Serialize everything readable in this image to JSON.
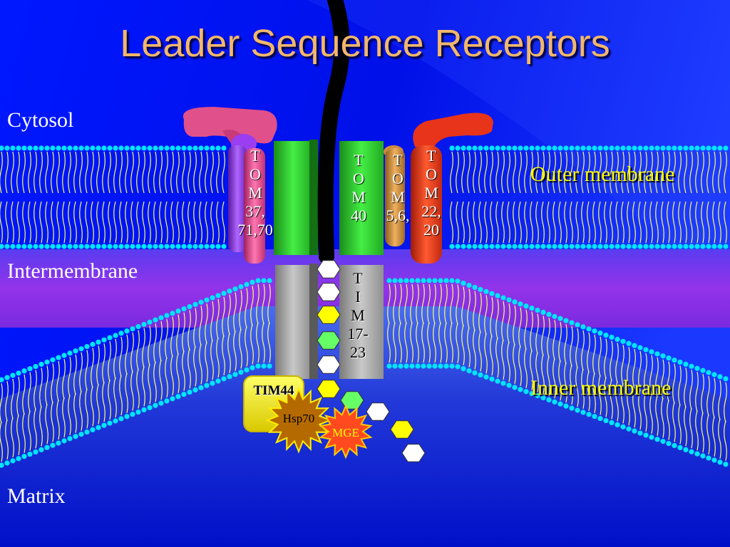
{
  "slide": {
    "title": "Leader Sequence Receptors",
    "regions": {
      "cytosol": "Cytosol",
      "intermembrane": "Intermembrane",
      "matrix": "Matrix"
    },
    "membranes": {
      "outer": "Outer membrane",
      "inner": "Inner membrane"
    },
    "proteins": {
      "tom37": "T\nO\nM\n37,\n71,70",
      "tom40": "T\nO\nM\n40",
      "tom56": "T\nO\nM\n5,6,",
      "tom22": "T\nO\nM\n22,\n20",
      "tim1723": "T\nI\nM\n17-\n23",
      "tim44": "TIM44",
      "hsp70": "Hsp70",
      "mge": "MGE"
    }
  },
  "colors": {
    "background": "#0000ff",
    "title": "#f2b76a",
    "membrane_label": "#ffff00",
    "intermembrane": "#8a2be2",
    "matrix": "#3c5fe0",
    "lipid_head": "#00e5ff",
    "lipid_tail": "#ffff66",
    "tom40": "#33cc33",
    "tom37": "#9933ff",
    "tom56": "#cc8a33",
    "tom22": "#e83a1a",
    "tim1723": "#a8a8a8",
    "tim44": "#ffee00",
    "hsp70": "#b86a00",
    "mge": "#ff4422",
    "peptide_white": "#ffffff",
    "peptide_yellow": "#ffff00",
    "peptide_green": "#66ff66"
  }
}
